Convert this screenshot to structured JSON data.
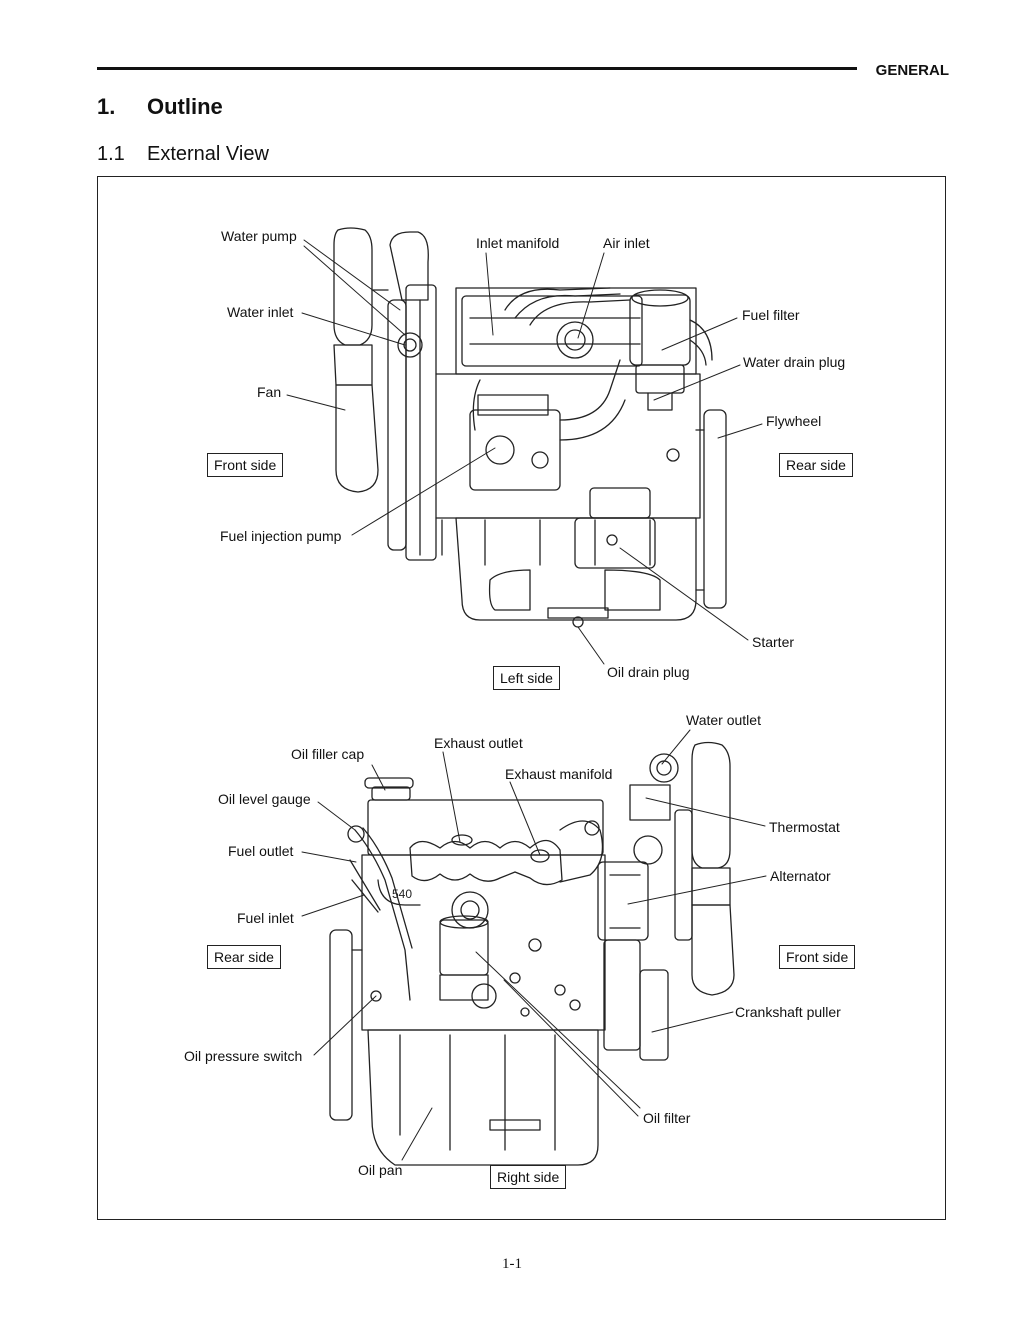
{
  "header": {
    "section": "GENERAL"
  },
  "heading1": {
    "number": "1.",
    "title": "Outline"
  },
  "heading2": {
    "number": "1.1",
    "title": "External View"
  },
  "top_view": {
    "labels": {
      "water_pump": "Water pump",
      "inlet_manifold": "Inlet manifold",
      "air_inlet": "Air inlet",
      "water_inlet": "Water inlet",
      "fuel_filter": "Fuel filter",
      "water_drain_plug": "Water drain plug",
      "fan": "Fan",
      "flywheel": "Flywheel",
      "fuel_injection_pump": "Fuel injection pump",
      "starter": "Starter",
      "oil_drain_plug": "Oil drain plug"
    },
    "boxes": {
      "front_side": "Front side",
      "rear_side": "Rear side",
      "left_side": "Left side"
    }
  },
  "bottom_view": {
    "labels": {
      "water_outlet": "Water outlet",
      "exhaust_outlet": "Exhaust outlet",
      "oil_filler_cap": "Oil filler cap",
      "exhaust_manifold": "Exhaust manifold",
      "oil_level_gauge": "Oil level gauge",
      "thermostat": "Thermostat",
      "fuel_outlet": "Fuel outlet",
      "alternator": "Alternator",
      "fuel_inlet": "Fuel inlet",
      "crankshaft_puller": "Crankshaft puller",
      "oil_pressure_switch": "Oil pressure switch",
      "oil_filter": "Oil filter",
      "oil_pan": "Oil pan"
    },
    "boxes": {
      "rear_side": "Rear side",
      "front_side": "Front side",
      "right_side": "Right side"
    }
  },
  "page_number": "1-1"
}
